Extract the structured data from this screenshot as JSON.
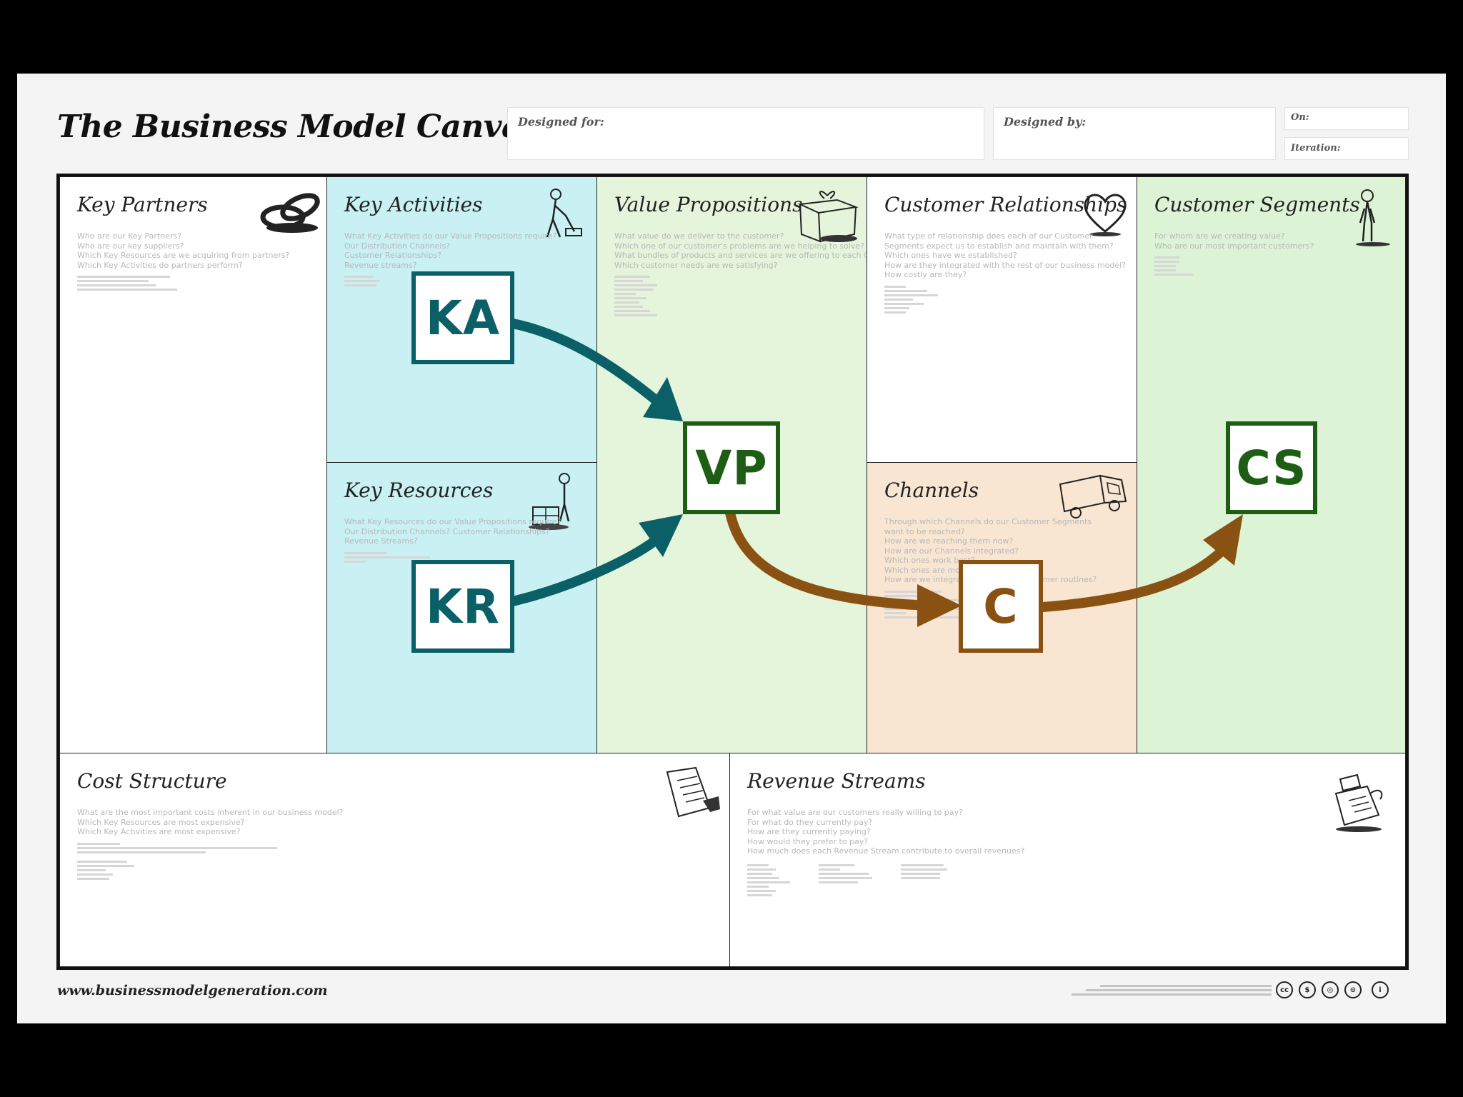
{
  "canvas": {
    "title": "The Business Model Canvas",
    "designed_for_label": "Designed for:",
    "designed_by_label": "Designed by:",
    "on_label": "On:",
    "iteration_label": "Iteration:",
    "footer_url": "www.businessmodelgeneration.com"
  },
  "blocks": {
    "key_partners": {
      "name": "Key Partners",
      "questions": [
        "Who are our Key Partners?",
        "Who are our key suppliers?",
        "Which Key Resources are we acquiring from partners?",
        "Which Key Activities do partners perform?"
      ]
    },
    "key_activities": {
      "name": "Key Activities",
      "questions": [
        "What Key Activities do our Value Propositions require?",
        "Our Distribution Channels?",
        "Customer Relationships?",
        "Revenue streams?"
      ]
    },
    "key_resources": {
      "name": "Key Resources",
      "questions": [
        "What Key Resources do our Value Propositions require?",
        "Our Distribution Channels? Customer Relationships?",
        "Revenue Streams?"
      ]
    },
    "value_propositions": {
      "name": "Value Propositions",
      "questions": [
        "What value do we deliver to the customer?",
        "Which one of our customer's problems are we helping to solve?",
        "What bundles of products and services are we offering to each Customer Segment?",
        "Which customer needs are we satisfying?"
      ]
    },
    "customer_relationships": {
      "name": "Customer Relationships",
      "questions": [
        "What type of relationship does each of our Customer",
        "Segments expect us to establish and maintain with them?",
        "Which ones have we established?",
        "How are they integrated with the rest of our business model?",
        "How costly are they?"
      ]
    },
    "channels": {
      "name": "Channels",
      "questions": [
        "Through which Channels do our Customer Segments",
        "want to be reached?",
        "How are we reaching them now?",
        "How are our Channels integrated?",
        "Which ones work best?",
        "Which ones are most cost-efficient?",
        "How are we integrating them with customer routines?"
      ]
    },
    "customer_segments": {
      "name": "Customer Segments",
      "questions": [
        "For whom are we creating value?",
        "Who are our most important customers?"
      ]
    },
    "cost_structure": {
      "name": "Cost Structure",
      "questions": [
        "What are the most important costs inherent in our business model?",
        "Which Key Resources are most expensive?",
        "Which Key Activities are most expensive?"
      ]
    },
    "revenue_streams": {
      "name": "Revenue Streams",
      "questions": [
        "For what value are our customers really willing to pay?",
        "For what do they currently pay?",
        "How are they currently paying?",
        "How would they prefer to pay?",
        "How much does each Revenue Stream contribute to overall revenues?"
      ]
    }
  },
  "tags": {
    "ka": "KA",
    "kr": "KR",
    "vp": "VP",
    "c": "C",
    "cs": "CS"
  },
  "colors": {
    "teal": "#0b5f66",
    "green": "#1e5e14",
    "brown": "#8a5212",
    "key_activities_bg": "#c9f0f3",
    "value_propositions_bg": "#e4f5dc",
    "channels_bg": "#f8e6d2",
    "customer_segments_bg": "#dcf3d6"
  },
  "license_icons": [
    "cc-icon",
    "by-icon",
    "sa-icon",
    "nc-icon",
    "info-icon"
  ]
}
